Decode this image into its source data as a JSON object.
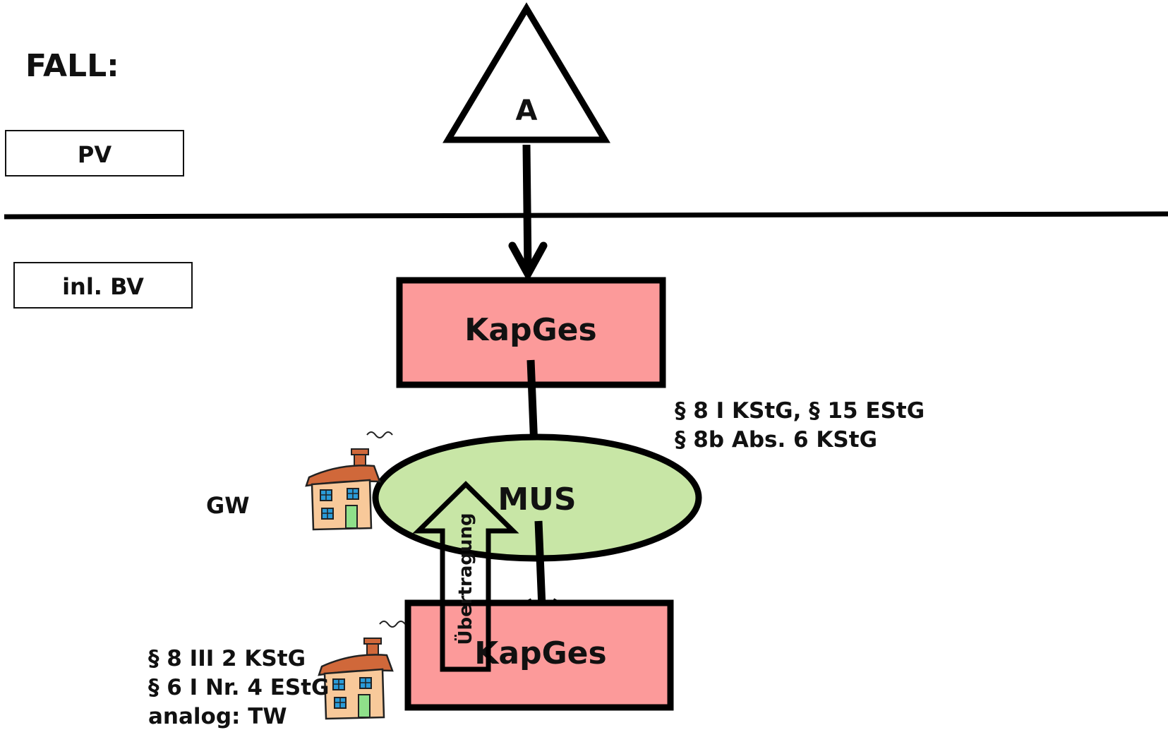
{
  "title": "FALL:",
  "labels": {
    "pv": "PV",
    "inl_bv": "inl. BV",
    "person": "A",
    "upper_company": "KapGes",
    "parent_company": "MUS",
    "lower_company": "KapGes",
    "gw": "GW",
    "transfer": "Übertragung"
  },
  "annotations": {
    "upper": [
      "§ 8 I KStG, § 15 EStG",
      "§ 8b Abs. 6 KStG"
    ],
    "lower": [
      "§ 8 III 2 KStG",
      "§ 6 I Nr. 4 EStG",
      "analog: TW"
    ]
  },
  "colors": {
    "company_fill": "#fc9a9a",
    "parent_fill": "#c8e6a6",
    "stroke": "#000000",
    "house_wall": "#f8c99a",
    "house_roof": "#d0683a",
    "house_window": "#2a9bd8",
    "house_door": "#8fe08a"
  }
}
